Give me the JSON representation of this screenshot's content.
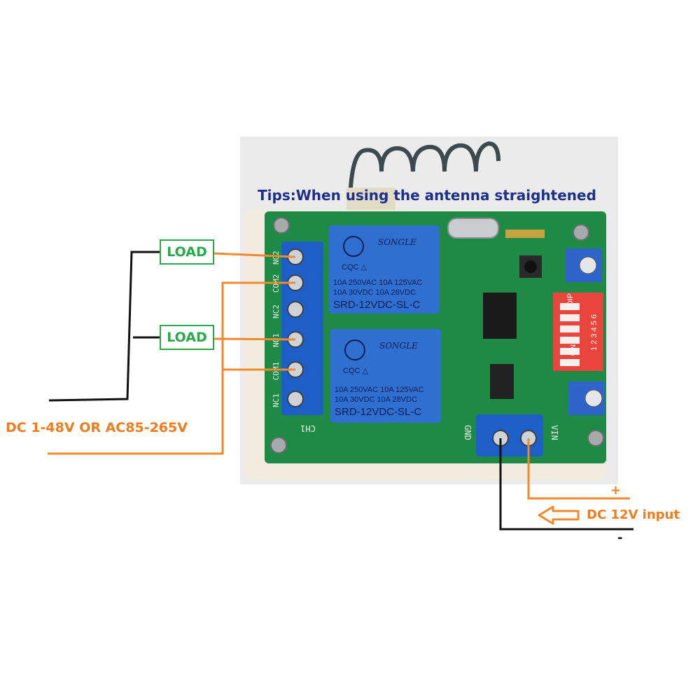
{
  "tip": "Tips:When using the antenna straightened",
  "loads": [
    "LOAD",
    "LOAD"
  ],
  "supply_label": "DC 1-48V OR AC85-265V",
  "input_label": "DC 12V input",
  "plus_sign": "+",
  "minus_sign": "-",
  "terminals_left": [
    "NO2",
    "COM2",
    "NC2",
    "NO1",
    "COM1",
    "NC1"
  ],
  "channel_label": "CH1",
  "power_terminals": [
    "GND",
    "VIN"
  ],
  "relays": [
    {
      "brand": "SONGLE",
      "ratings": [
        "10A 250VAC  10A 125VAC",
        "10A  30VDC  10A  28VDC"
      ],
      "model": "SRD-12VDC-SL-C"
    },
    {
      "brand": "SONGLE",
      "ratings": [
        "10A 250VAC  10A 125VAC",
        "10A  30VDC  10A  28VDC"
      ],
      "model": "SRD-12VDC-SL-C"
    }
  ],
  "dip_label": "DIP",
  "dip_on": "ON",
  "dip_numbers": "1 2 3 4 5 6",
  "colors": {
    "board": "#1f8a46",
    "terminal": "#1d5fc6",
    "relay": "#2f6fcf",
    "wire_orange": "#f08a2c",
    "wire_black": "#111111",
    "load_green": "#2aa84a",
    "tip_blue": "#1c2f8c",
    "dip_red": "#e8453c"
  }
}
